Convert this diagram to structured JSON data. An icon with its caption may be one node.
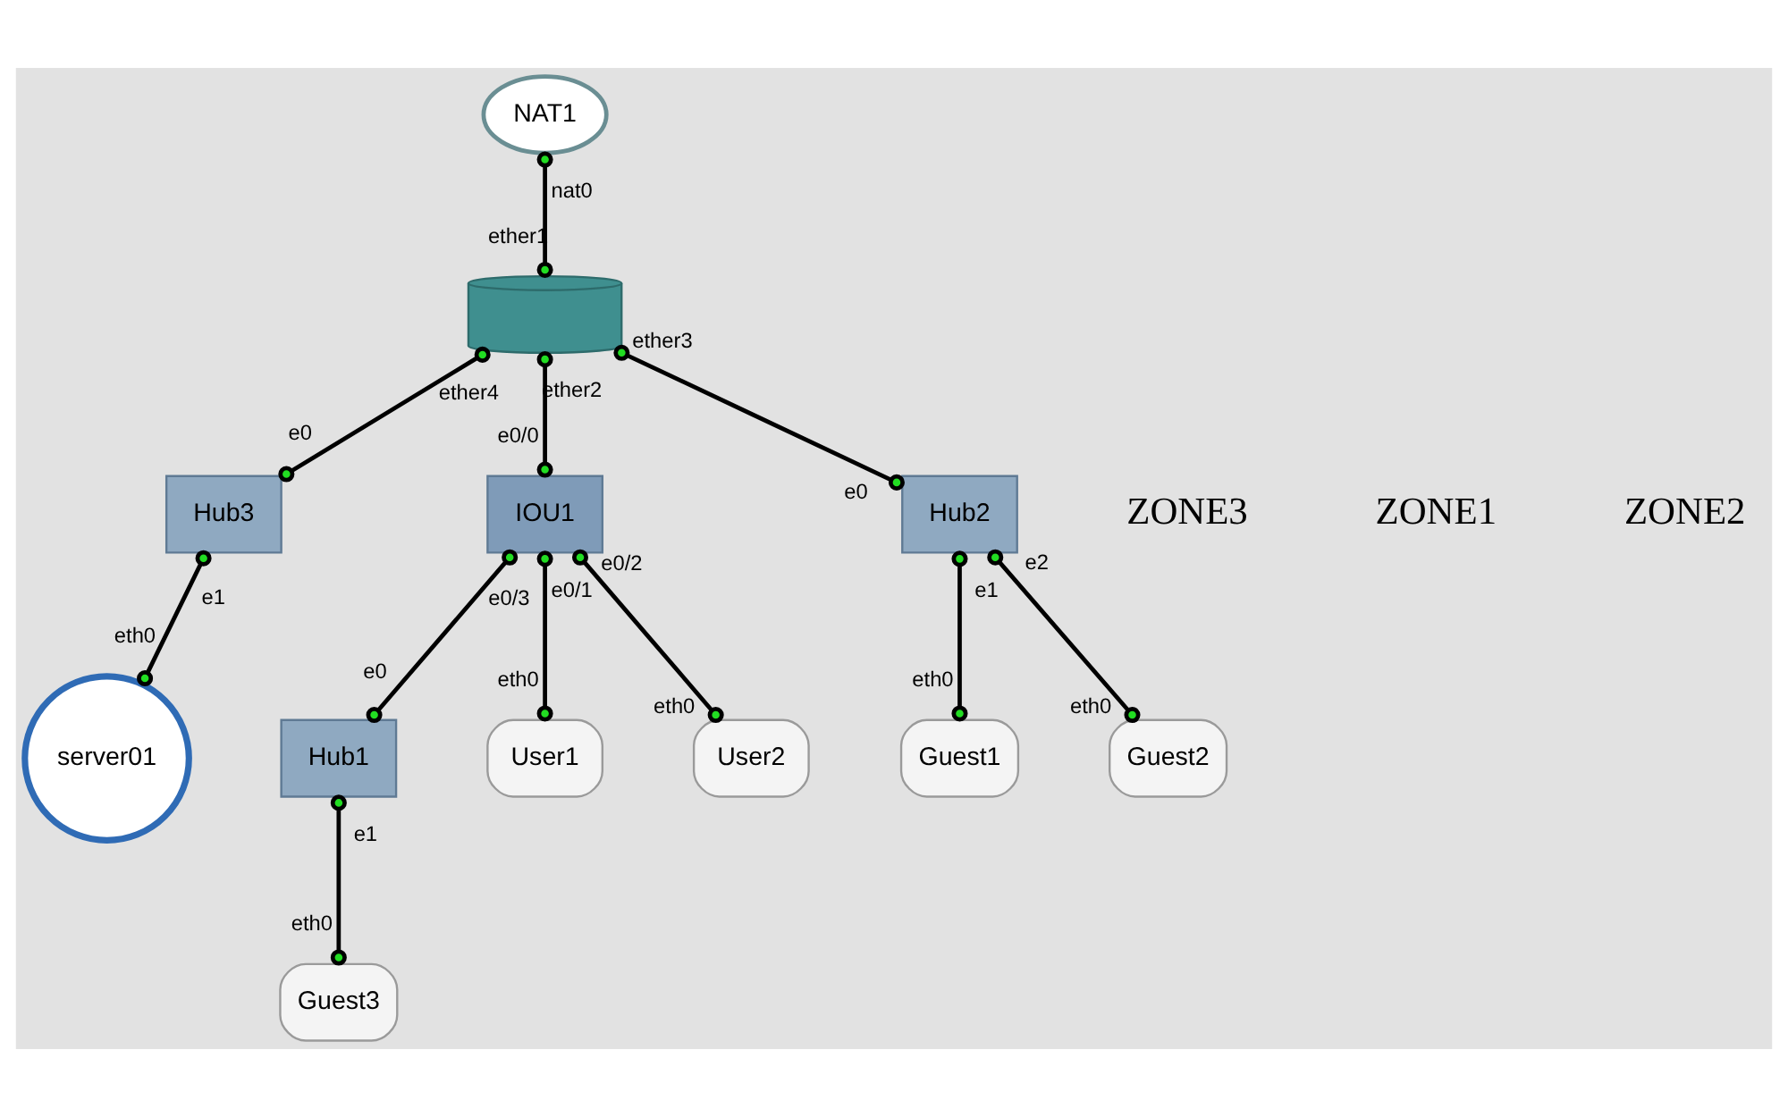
{
  "diagram": {
    "nodes": [
      {
        "text": [
          "NAT1"
        ]
      },
      {
        "text": [],
        "shape": "cylinder"
      },
      {
        "text": [
          "Hub3"
        ]
      },
      {
        "text": [
          "IOU1"
        ]
      },
      {
        "text": [
          "Hub1"
        ]
      },
      {
        "text": [
          "Hub2"
        ]
      },
      {
        "text": [
          "server01"
        ]
      },
      {
        "text": [
          "User1"
        ]
      },
      {
        "text": [
          "User2"
        ]
      },
      {
        "text": [
          "Guest3"
        ]
      },
      {
        "text": [
          "Guest1"
        ]
      },
      {
        "text": [
          "Guest2"
        ]
      }
    ],
    "edges": [
      {
        "from": 0,
        "to": 1,
        "arrow": "other"
      },
      {
        "from": 1,
        "to": 3,
        "arrow": "other"
      },
      {
        "from": 1,
        "to": 5,
        "arrow": "other"
      },
      {
        "from": 1,
        "to": 2,
        "arrow": "other"
      },
      {
        "from": 3,
        "to": 7,
        "arrow": "other"
      },
      {
        "from": 3,
        "to": 8,
        "arrow": "other"
      },
      {
        "from": 3,
        "to": 4,
        "arrow": "other"
      },
      {
        "from": 4,
        "to": 9,
        "arrow": "other"
      },
      {
        "from": 5,
        "to": 10,
        "arrow": "other"
      },
      {
        "from": 5,
        "to": 11,
        "arrow": "other"
      },
      {
        "from": 2,
        "to": 6,
        "arrow": "other"
      }
    ],
    "labels": [
      "ZONE3",
      "ZONE1",
      "ZONE2",
      "nat0",
      "ether1",
      "ether2",
      "e0/0",
      "ether3",
      "e0",
      "ether4",
      "e0",
      "e0/1",
      "eth0",
      "e0/2",
      "eth0",
      "e0/3",
      "e0",
      "e1",
      "eth0",
      "e1",
      "eth0",
      "e2",
      "eth0",
      "e1",
      "eth0"
    ]
  }
}
